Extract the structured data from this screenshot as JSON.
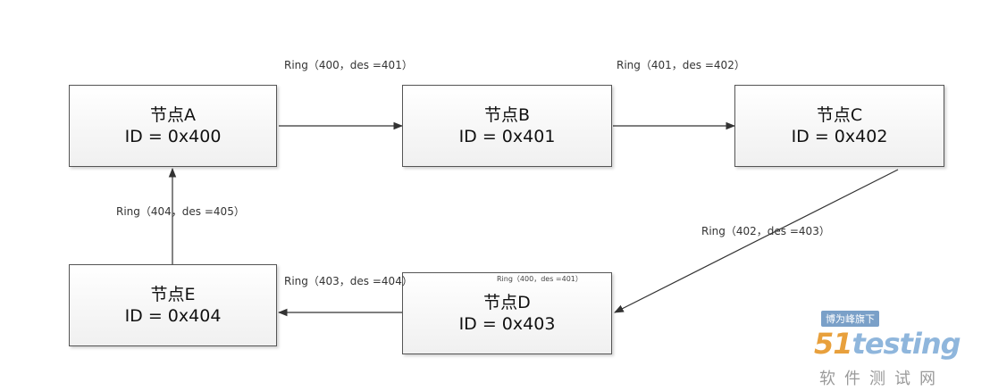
{
  "nodes": [
    {
      "key": "a",
      "name": "节点A",
      "id": "ID = 0x400"
    },
    {
      "key": "b",
      "name": "节点B",
      "id": "ID = 0x401"
    },
    {
      "key": "c",
      "name": "节点C",
      "id": "ID = 0x402"
    },
    {
      "key": "d",
      "name": "节点D",
      "id": "ID = 0x403"
    },
    {
      "key": "e",
      "name": "节点E",
      "id": "ID = 0x404"
    }
  ],
  "edges": [
    {
      "from": "a",
      "to": "b",
      "label": "Ring（400，des =401）"
    },
    {
      "from": "b",
      "to": "c",
      "label": "Ring（401，des =402）"
    },
    {
      "from": "c",
      "to": "d",
      "label": "Ring（402，des =403）"
    },
    {
      "from": "d",
      "to": "e",
      "label": "Ring（403，des =404）"
    },
    {
      "from": "e",
      "to": "a",
      "label": "Ring（404，des =405）"
    }
  ],
  "node_d_note": "Ring（400，des =401）",
  "watermark": {
    "tag": "博为峰旗下",
    "brand_51": "51",
    "brand_text": "testing",
    "subtitle": "软件测试网"
  },
  "colors": {
    "border": "#555555",
    "edge": "#333333",
    "watermark_orange": "#e8a03c",
    "watermark_blue": "#8fb6dc"
  }
}
